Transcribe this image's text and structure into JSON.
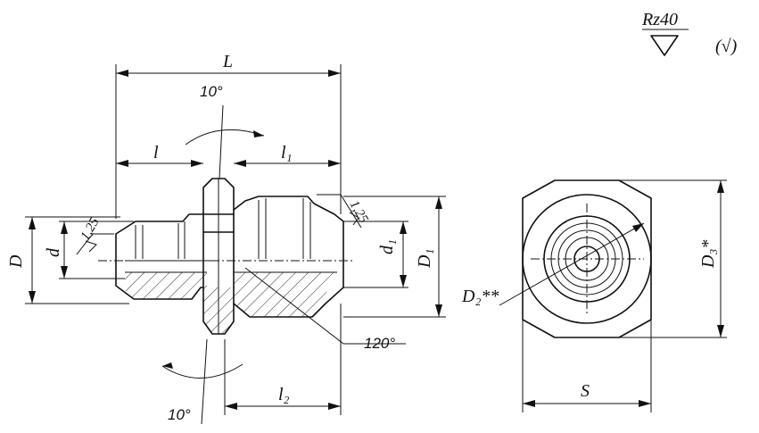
{
  "labels": {
    "L": "L",
    "l": "l",
    "l1": "l₁",
    "l2": "l₂",
    "D": "D",
    "d": "d",
    "d1": "d₁",
    "D1": "D₁",
    "D2": "D₂**",
    "D3": "D₃*",
    "S": "S",
    "angle_top": "10°",
    "angle_bottom": "10°",
    "angle_cone": "120°",
    "rough_left": "1,25",
    "rough_right": "1,25",
    "rz": "Rz40",
    "check": "(√)"
  }
}
